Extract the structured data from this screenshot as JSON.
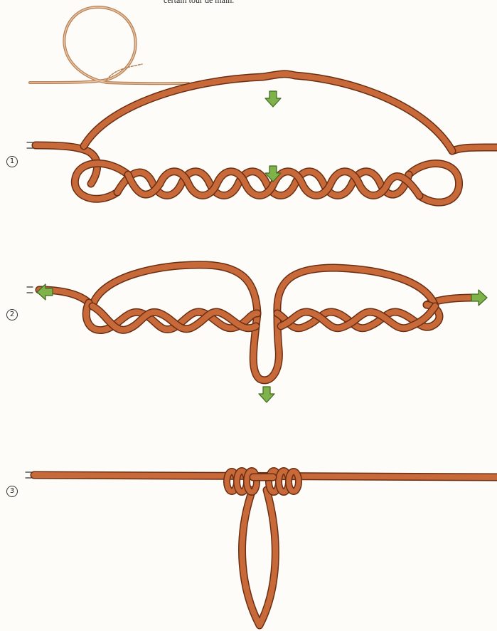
{
  "caption": "certain tour de main.",
  "steps": [
    {
      "label": "1"
    },
    {
      "label": "2"
    },
    {
      "label": "3"
    }
  ],
  "colors": {
    "rope": "#c8693a",
    "rope_edge": "#6a2e12",
    "rope_highlight": "#e7a27a",
    "arrow": "#7fb24a",
    "arrow_edge": "#3f6a20",
    "thin_line": "#b78056"
  },
  "icons": [
    "down-arrow-icon",
    "left-arrow-icon",
    "right-arrow-icon",
    "cut-end-icon"
  ]
}
